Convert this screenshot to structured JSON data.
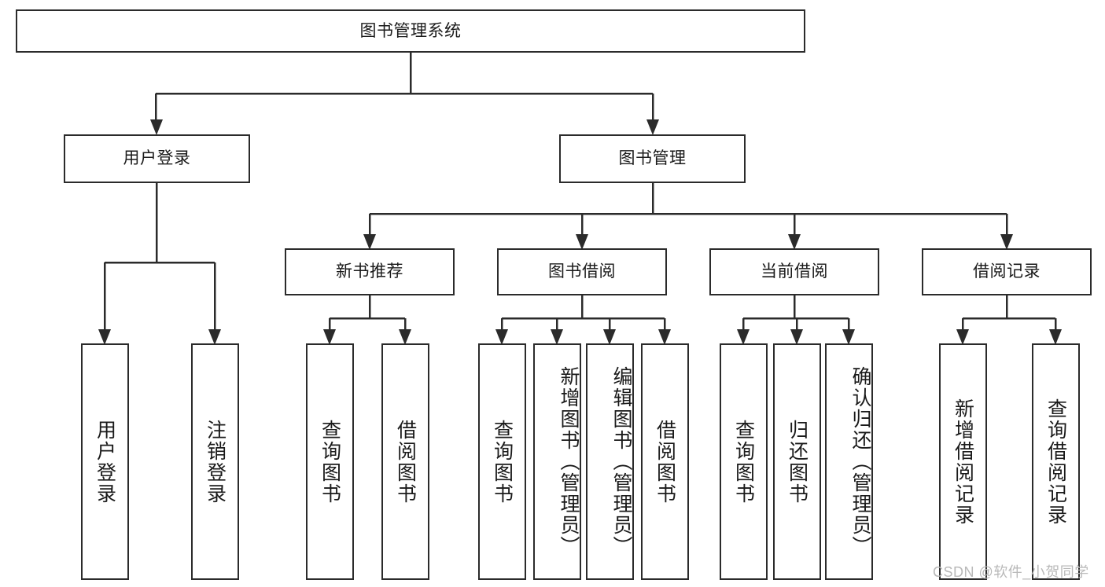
{
  "diagram": {
    "title": "图书管理系统",
    "type": "hierarchy-tree",
    "watermark": "CSDN @软件_小贺同学",
    "colors": {
      "box_border": "#2b2b2b",
      "box_fill": "#ffffff",
      "connector": "#2b2b2b",
      "text": "#1a1a1a",
      "watermark": "#b9b9b9"
    },
    "levels": [
      {
        "level": 1,
        "nodes": [
          {
            "id": "root",
            "label": "图书管理系统",
            "orientation": "horizontal"
          }
        ]
      },
      {
        "level": 2,
        "nodes": [
          {
            "id": "user_login",
            "label": "用户登录",
            "orientation": "horizontal",
            "parent": "root"
          },
          {
            "id": "book_manage",
            "label": "图书管理",
            "orientation": "horizontal",
            "parent": "root"
          }
        ]
      },
      {
        "level": 3,
        "nodes": [
          {
            "id": "new_book_rec",
            "label": "新书推荐",
            "orientation": "horizontal",
            "parent": "book_manage"
          },
          {
            "id": "book_borrow",
            "label": "图书借阅",
            "orientation": "horizontal",
            "parent": "book_manage"
          },
          {
            "id": "current_borrow",
            "label": "当前借阅",
            "orientation": "horizontal",
            "parent": "book_manage"
          },
          {
            "id": "borrow_record",
            "label": "借阅记录",
            "orientation": "horizontal",
            "parent": "book_manage"
          }
        ]
      },
      {
        "level": 4,
        "nodes": [
          {
            "id": "leaf_1",
            "label": "用户登录",
            "orientation": "vertical",
            "parent": "user_login"
          },
          {
            "id": "leaf_2",
            "label": "注销登录",
            "orientation": "vertical",
            "parent": "user_login"
          },
          {
            "id": "leaf_3",
            "label": "查询图书",
            "orientation": "vertical",
            "parent": "new_book_rec"
          },
          {
            "id": "leaf_4",
            "label": "借阅图书",
            "orientation": "vertical",
            "parent": "new_book_rec"
          },
          {
            "id": "leaf_5",
            "label": "查询图书",
            "orientation": "vertical",
            "parent": "book_borrow"
          },
          {
            "id": "leaf_6",
            "label": "新增图书（管理员）",
            "orientation": "vertical",
            "parent": "book_borrow"
          },
          {
            "id": "leaf_7",
            "label": "编辑图书（管理员）",
            "orientation": "vertical",
            "parent": "book_borrow"
          },
          {
            "id": "leaf_8",
            "label": "借阅图书",
            "orientation": "vertical",
            "parent": "book_borrow"
          },
          {
            "id": "leaf_9",
            "label": "查询图书",
            "orientation": "vertical",
            "parent": "current_borrow"
          },
          {
            "id": "leaf_10",
            "label": "归还图书",
            "orientation": "vertical",
            "parent": "current_borrow"
          },
          {
            "id": "leaf_11",
            "label": "确认归还（管理员）",
            "orientation": "vertical",
            "parent": "current_borrow"
          },
          {
            "id": "leaf_12",
            "label": "新增借阅记录",
            "orientation": "vertical",
            "parent": "borrow_record"
          },
          {
            "id": "leaf_13",
            "label": "查询借阅记录",
            "orientation": "vertical",
            "parent": "borrow_record"
          }
        ]
      }
    ]
  }
}
